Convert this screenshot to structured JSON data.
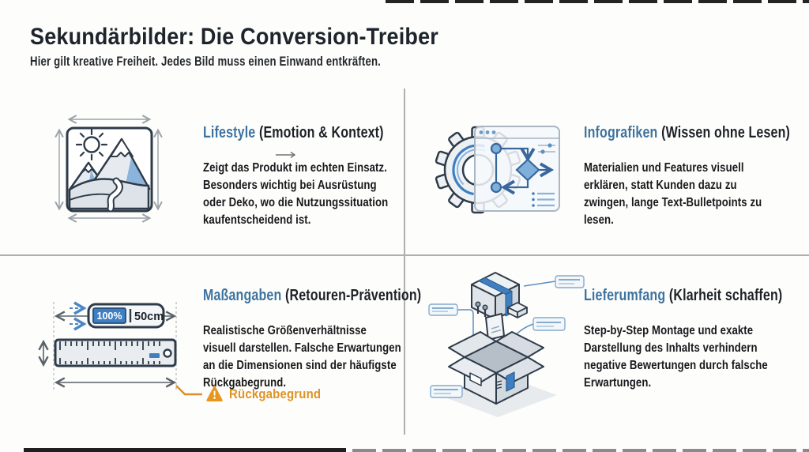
{
  "header": {
    "title": "Sekundärbilder: Die Conversion-Treiber",
    "subtitle": "Hier gilt kreative Freiheit. Jedes Bild muss einen Einwand entkräften."
  },
  "quadrants": [
    {
      "heading": "Lifestyle",
      "qualifier": "(Emotion & Kontext)",
      "body": "Zeigt das Produkt im echten Einsatz. Besonders wichtig bei Ausrüstung oder Deko, wo die Nutzungssituation kaufentscheidend ist.",
      "icon": "framed-landscape-photo-with-dimension-arrows-icon"
    },
    {
      "heading": "Infografiken",
      "qualifier": "(Wissen ohne Lesen)",
      "body": "Materialien und Features visuell erklären, statt Kunden dazu zu zwingen, lange Text-Bulletpoints zu lesen.",
      "icon": "gear-with-flowchart-browser-icon"
    },
    {
      "heading": "Maßangaben",
      "qualifier": "(Retouren-Prävention)",
      "body": "Realistische Größenverhältnisse visuell darstellen. Falsche Erwartungen an die Dimensionen sind der häufigste Rückgabegrund.",
      "icon": "ruler-with-measurements-icon",
      "ruler": {
        "percent_label": "100%",
        "size_label": "50cm"
      },
      "warning_label": "Rückgabegrund",
      "warning_icon": "warning-triangle-icon"
    },
    {
      "heading": "Lieferumfang",
      "qualifier": "(Klarheit schaffen)",
      "body": "Step-by-Step Montage und exakte Darstellung des Inhalts verhindern negative Bewertungen durch falsche Erwartungen.",
      "icon": "unboxing-exploded-box-icon"
    }
  ],
  "colors": {
    "heading_blue": "#3d73a0",
    "accent_blue": "#3f7fc1",
    "outline_dark": "#2e3b49",
    "warning_orange": "#df9225",
    "divider_gray": "#aeb0ae",
    "text_dark": "#17191c"
  }
}
